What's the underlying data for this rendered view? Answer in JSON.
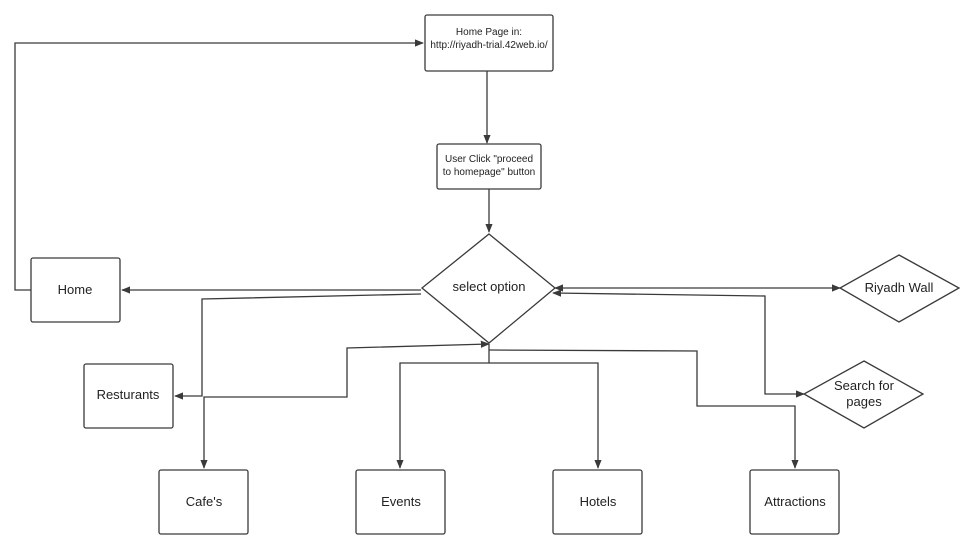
{
  "diagram": {
    "nodes": {
      "home_page": {
        "line1": "Home Page in:",
        "line2": "http://riyadh-trial.42web.io/"
      },
      "user_click": {
        "line1": "User Click \"proceed",
        "line2": "to homepage\" button"
      },
      "select_option": {
        "label": "select option"
      },
      "home": {
        "label": "Home"
      },
      "resturants": {
        "label": "Resturants"
      },
      "cafes": {
        "label": "Cafe's"
      },
      "events": {
        "label": "Events"
      },
      "hotels": {
        "label": "Hotels"
      },
      "attractions": {
        "label": "Attractions"
      },
      "riyadh_wall": {
        "label": "Riyadh Wall"
      },
      "search_pages": {
        "line1": "Search for",
        "line2": "pages"
      }
    }
  }
}
